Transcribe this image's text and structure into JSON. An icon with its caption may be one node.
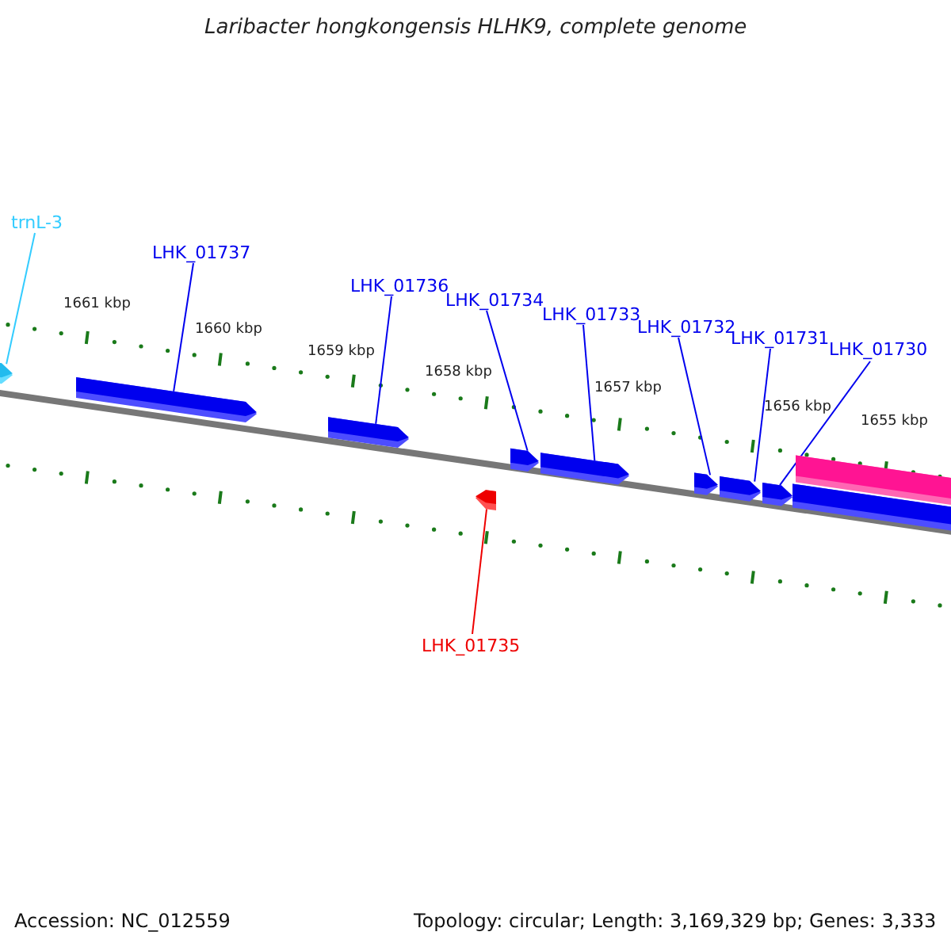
{
  "diagram": {
    "title": "Laribacter hongkongensis HLHK9, complete genome",
    "nodes": [
      {
        "text": [
          "trnL-3"
        ]
      },
      {
        "text": [
          "LHK_01737"
        ]
      },
      {
        "text": [
          "LHK_01736"
        ]
      },
      {
        "text": [
          "LHK_01734"
        ]
      },
      {
        "text": [
          "LHK_01733"
        ]
      },
      {
        "text": [
          "LHK_01732"
        ]
      },
      {
        "text": [
          "LHK_01731"
        ]
      },
      {
        "text": [
          "LHK_01730"
        ]
      },
      {
        "text": [
          "LHK_01735"
        ]
      },
      {
        "text": [],
        "shape": "bar"
      },
      {
        "text": [],
        "shape": "bar"
      },
      {
        "text": [],
        "shape": "bar"
      },
      {
        "text": [],
        "shape": "bar"
      },
      {
        "text": [],
        "shape": "bar"
      },
      {
        "text": [],
        "shape": "bar"
      },
      {
        "text": [],
        "shape": "bar"
      },
      {
        "text": [],
        "shape": "bar"
      },
      {
        "text": [],
        "shape": "bar"
      },
      {
        "text": [],
        "shape": "bar"
      },
      {
        "text": [],
        "shape": "bar"
      }
    ],
    "edges": [
      {
        "from": 0,
        "to": 9,
        "arrow": "none",
        "color": "#33ccff"
      },
      {
        "from": 1,
        "to": 10,
        "arrow": "none"
      },
      {
        "from": 2,
        "to": 11,
        "arrow": "none"
      },
      {
        "from": 3,
        "to": 13,
        "arrow": "none"
      },
      {
        "from": 4,
        "to": 14,
        "arrow": "none"
      },
      {
        "from": 5,
        "to": 15,
        "arrow": "none"
      },
      {
        "from": 6,
        "to": 16,
        "arrow": "none"
      },
      {
        "from": 7,
        "to": 17,
        "arrow": "none"
      },
      {
        "from": 8,
        "to": 12,
        "arrow": "none",
        "color": "#ee0000"
      }
    ],
    "labels": [
      "1661 kbp",
      "1660 kbp",
      "1659 kbp",
      "1658 kbp",
      "1657 kbp",
      "1656 kbp",
      "1655 kbp",
      "Accession: NC_012559",
      "Topology: circular; Length: 3,169,329 bp; Genes: 3,333"
    ]
  }
}
